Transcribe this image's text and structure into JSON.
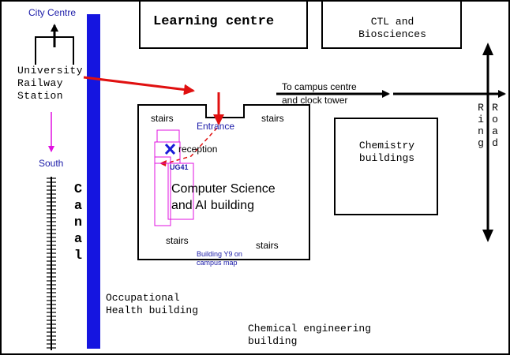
{
  "labels": {
    "city_centre": "City Centre",
    "station": [
      "University",
      "Railway",
      "Station"
    ],
    "south": "South",
    "canal": [
      "C",
      "a",
      "n",
      "a",
      "l"
    ],
    "learning_centre": "Learning centre",
    "ctl": [
      "CTL and",
      "Biosciences"
    ],
    "campus_centre": [
      "To campus centre",
      "and clock tower"
    ],
    "ring": [
      "R",
      "i",
      "n",
      "g"
    ],
    "road": [
      "R",
      "o",
      "a",
      "d"
    ],
    "chemistry": [
      "Chemistry",
      "buildings"
    ],
    "stairs": "stairs",
    "entrance": "Entrance",
    "reception": "reception",
    "ug41": "UG41",
    "cs_building": [
      "Computer Science",
      "and AI building"
    ],
    "y9_note": [
      "Building Y9 on",
      "campus map"
    ],
    "occupational_health": [
      "Occupational",
      "Health building"
    ],
    "chemical_engineering": [
      "Chemical engineering",
      "building"
    ]
  },
  "colors": {
    "canal": "#1515e0",
    "route_arrow": "#e01010",
    "direction_arrow": "#e010e0",
    "label_blue": "#1a1aa8",
    "reception_marker": "#1a1ad8"
  },
  "icons": {
    "reception_marker": "x-mark-icon",
    "railway": "railway-track-icon"
  }
}
